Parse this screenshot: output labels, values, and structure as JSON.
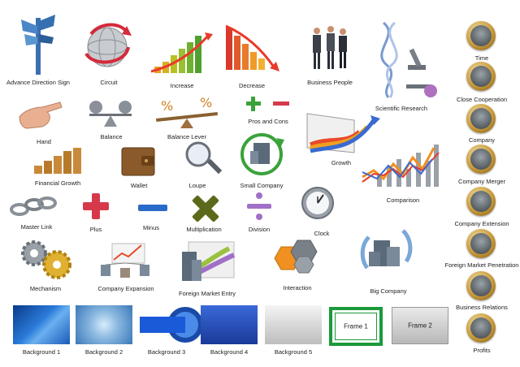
{
  "labels": {
    "advance_direction_sign": "Advance Direction Sign",
    "circuit": "Circuit",
    "increase": "Increase",
    "decrease": "Decrease",
    "business_people": "Business People",
    "scientific_research": "Scientific Research",
    "time": "Time",
    "hand": "Hand",
    "balance": "Balance",
    "balance_lever": "Balance Lever",
    "pros_and_cons": "Pros and Cons",
    "close_cooperation": "Close Cooperation",
    "financial_growth": "Financial Growth",
    "wallet": "Wallet",
    "loupe": "Loupe",
    "small_company": "Small Company",
    "growth": "Growth",
    "company": "Company",
    "comparison": "Comparison",
    "company_merger": "Company Merger",
    "master_link": "Master Link",
    "plus": "Plus",
    "minus": "Minus",
    "multiplication": "Multiplication",
    "division": "Division",
    "clock": "Clock",
    "company_extension": "Company Extension",
    "mechanism": "Mechanism",
    "company_expansion": "Company Expansion",
    "foreign_market_entry": "Foreign Market Entry",
    "interaction": "Interaction",
    "big_company": "Big Company",
    "foreign_market_penetration": "Foreign Market Penetration",
    "business_relations": "Business Relations",
    "profits": "Profits",
    "background1": "Background 1",
    "background2": "Background 2",
    "background3": "Background 3",
    "background4": "Background 4",
    "background5": "Background 5",
    "frame1": "Frame 1",
    "frame2": "Frame 2"
  },
  "colors": {
    "label_text": "#222222",
    "green": "#3aa23a",
    "red": "#d63a4a",
    "purple": "#a070c8",
    "olive": "#5a6a1a",
    "frame_green": "#1a9a3a",
    "blue": "#2a6ac8"
  }
}
